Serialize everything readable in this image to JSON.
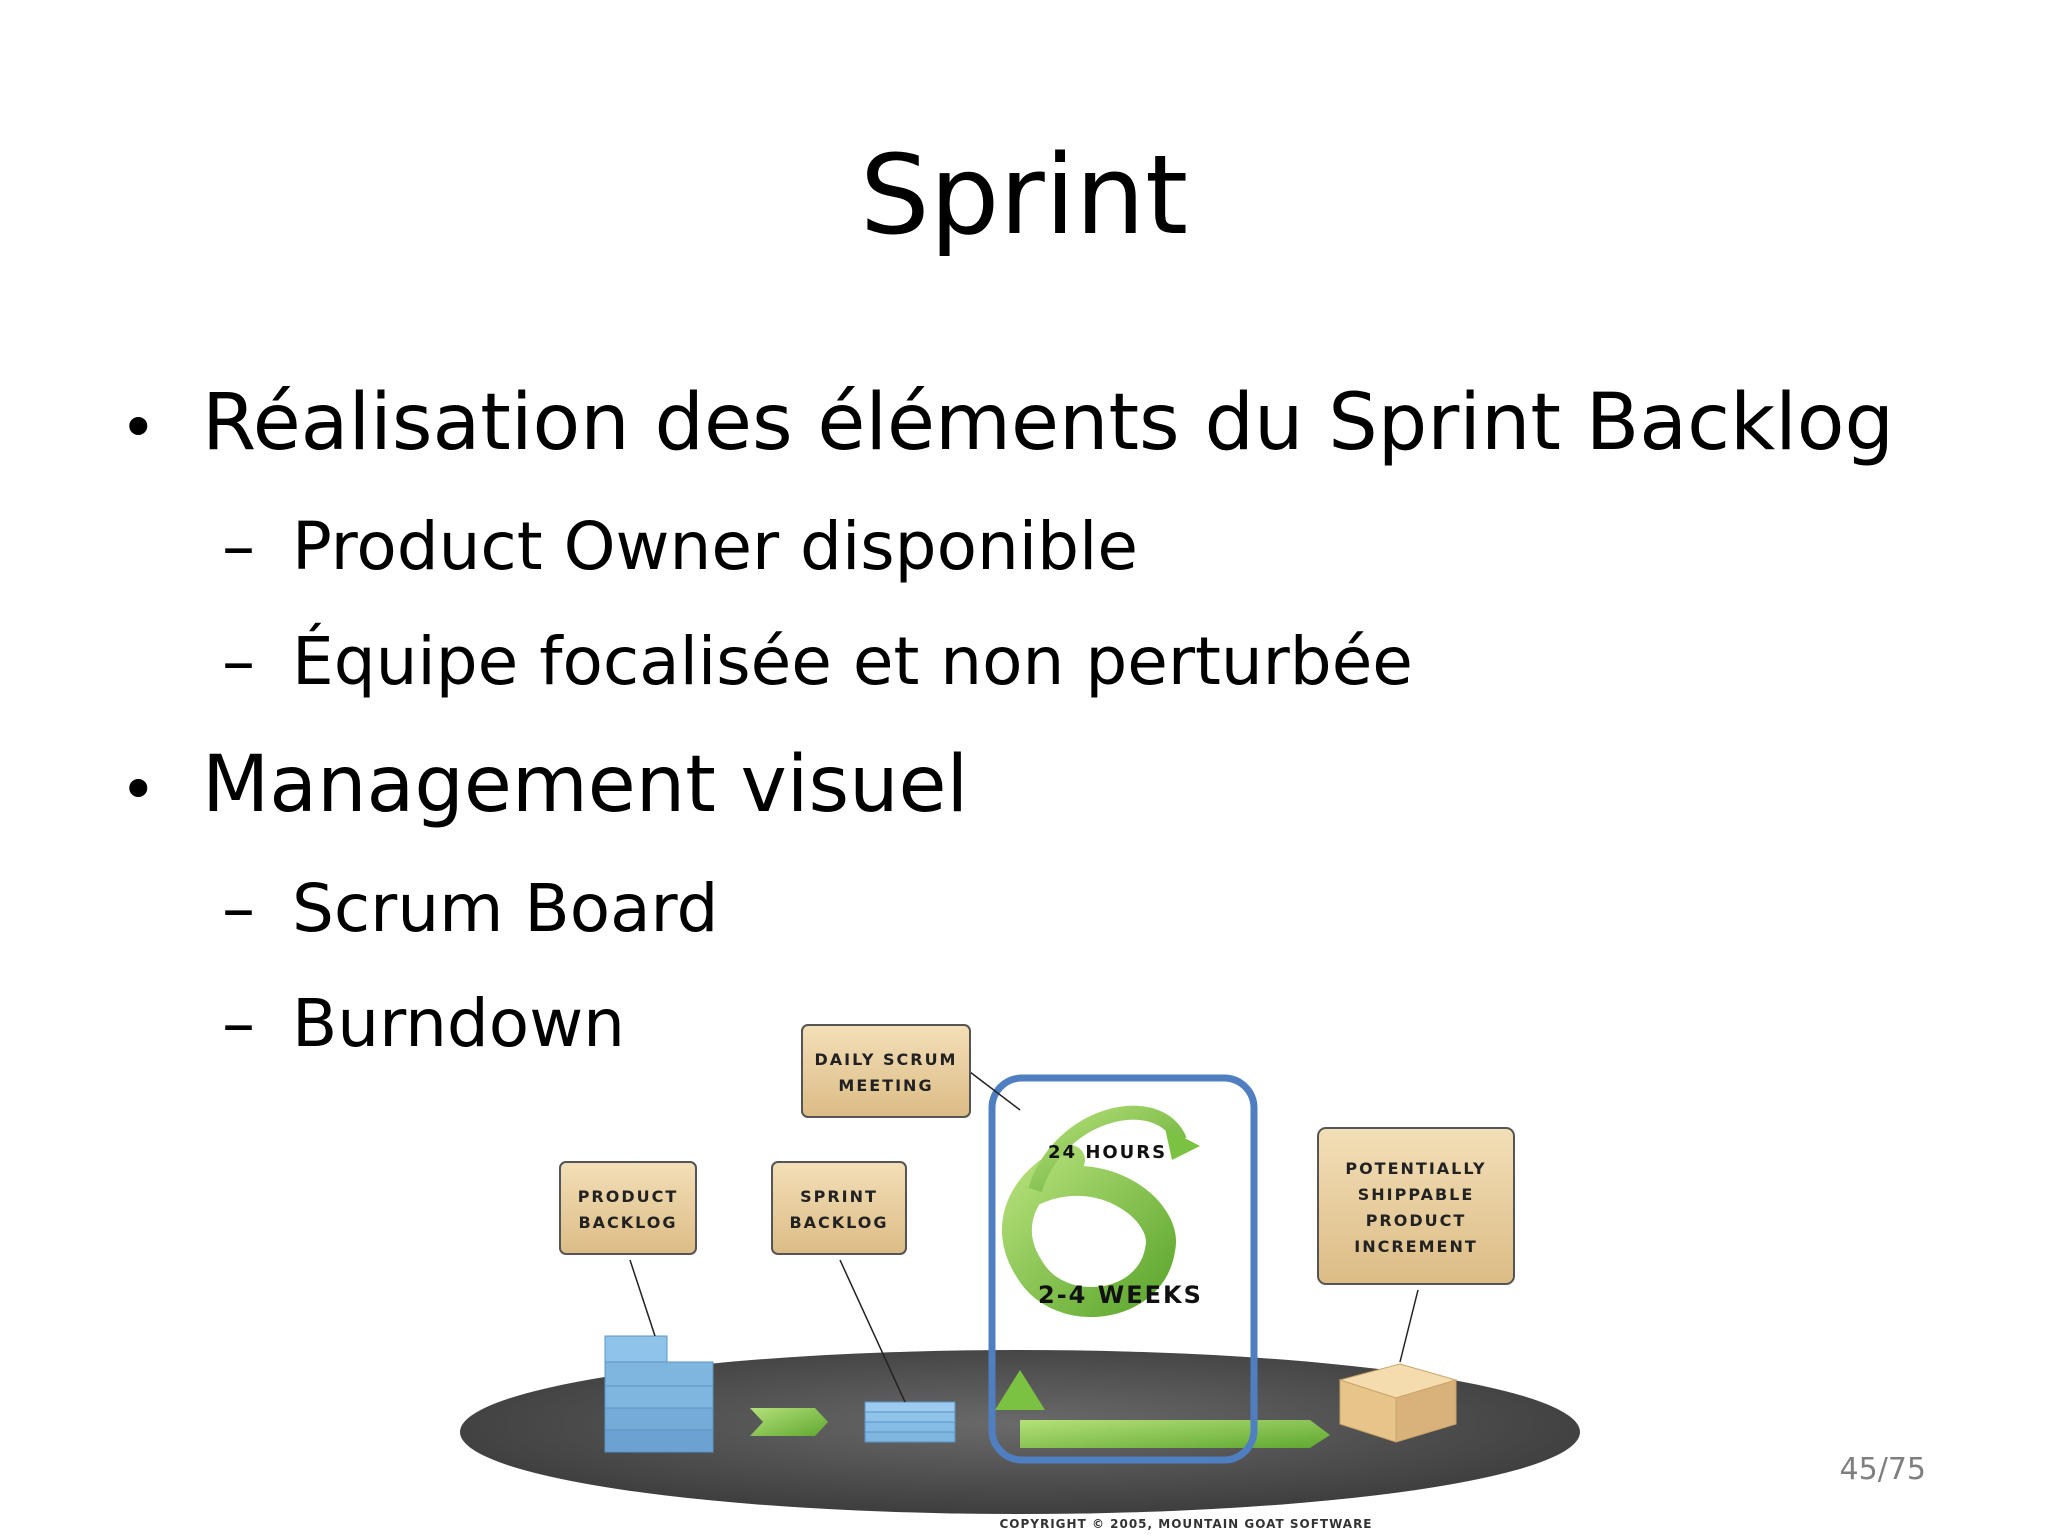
{
  "slide": {
    "title": "Sprint",
    "bullets": [
      {
        "text": "Réalisation des éléments du Sprint Backlog",
        "subitems": [
          "Product Owner disponible",
          "Équipe focalisée et non perturbée"
        ]
      },
      {
        "text": "Management visuel",
        "subitems": [
          "Scrum Board",
          "Burndown"
        ]
      }
    ],
    "bullet_symbol": "•",
    "dash_symbol": "–",
    "page_number": "45/75"
  },
  "diagram": {
    "daily_scrum": [
      "DAILY SCRUM",
      "MEETING"
    ],
    "product_backlog": [
      "PRODUCT",
      "BACKLOG"
    ],
    "sprint_backlog": [
      "SPRINT",
      "BACKLOG"
    ],
    "increment": [
      "POTENTIALLY",
      "SHIPPABLE",
      "PRODUCT",
      "INCREMENT"
    ],
    "hours": "24 HOURS",
    "weeks": "2-4 WEEKS",
    "copyright": "COPYRIGHT © 2005, MOUNTAIN GOAT SOFTWARE",
    "colors": {
      "box_fill": "#e9cfa0",
      "platform": "#4a4a4a",
      "arrow_green": "#7cc242",
      "highlight_border": "#4f7fc0",
      "backlog_blue": "#7fb6e0"
    }
  }
}
